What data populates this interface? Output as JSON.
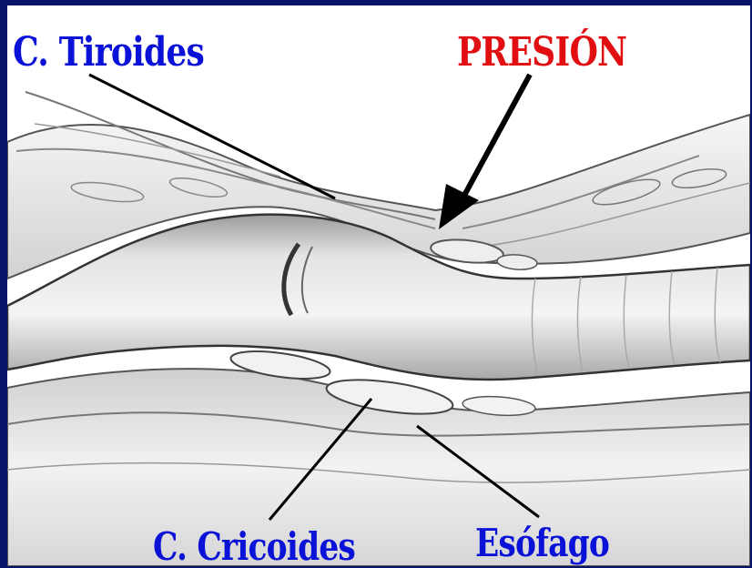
{
  "labels": {
    "thyroid_cartilage": "C. Tiroides",
    "pressure": "PRESIÓN",
    "cricoid_cartilage": "C. Cricoides",
    "esophagus": "Esófago"
  },
  "colors": {
    "frame_background": "#071468",
    "panel_background": "#ffffff",
    "label_blue": "#0b12d8",
    "label_red": "#e10f12",
    "line_black": "#000000"
  }
}
